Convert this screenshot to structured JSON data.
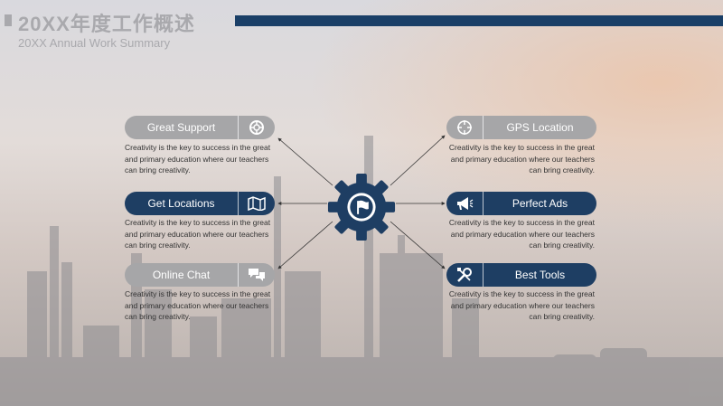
{
  "slide": {
    "title": "20XX年度工作概述",
    "subtitle": "20XX Annual Work Summary"
  },
  "colors": {
    "navy": "#1e3e63",
    "grey": "#a6a6a8",
    "title_grey": "#a9a9ad"
  },
  "items": {
    "left": [
      {
        "label": "Great Support",
        "icon": "lifebuoy-icon",
        "style": "grey",
        "desc": "Creativity is the key to success in the great and primary education where our teachers can bring creativity."
      },
      {
        "label": "Get Locations",
        "icon": "map-icon",
        "style": "navy",
        "desc": "Creativity is the key to success in the great and primary education where our teachers can bring creativity."
      },
      {
        "label": "Online Chat",
        "icon": "chat-bubbles-icon",
        "style": "grey",
        "desc": "Creativity is the key to success in the great and primary education where our teachers can bring creativity."
      }
    ],
    "right": [
      {
        "label": "GPS Location",
        "icon": "crosshair-icon",
        "style": "grey",
        "desc": "Creativity is the key to success in the great and primary education where our teachers can bring creativity."
      },
      {
        "label": "Perfect Ads",
        "icon": "megaphone-icon",
        "style": "navy",
        "desc": "Creativity is the key to success in the great and primary education where our teachers can bring creativity."
      },
      {
        "label": "Best Tools",
        "icon": "tools-icon",
        "style": "navy",
        "desc": "Creativity is the key to success in the great and primary education where our teachers can bring creativity."
      }
    ]
  },
  "center": {
    "icon": "gear-flag-icon"
  }
}
